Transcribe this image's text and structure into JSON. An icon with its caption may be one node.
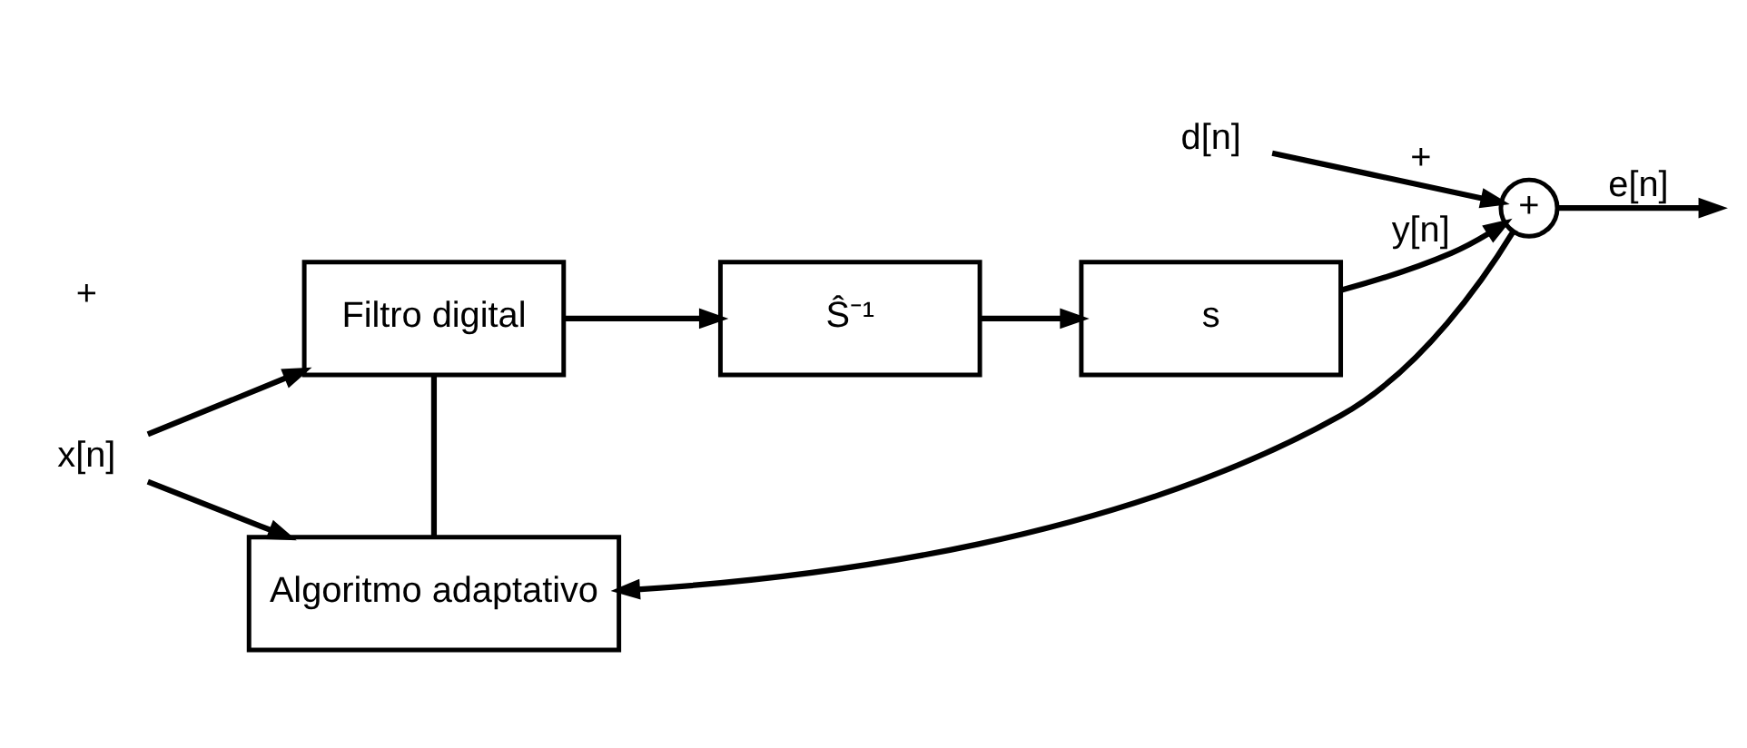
{
  "diagram": {
    "nodes": [
      {
        "text": [
          "d[n]"
        ]
      },
      {
        "text": [
          "x[n]"
        ]
      },
      {
        "text": [
          "Filtro digital"
        ]
      },
      {
        "text": [
          "Ŝ⁻¹"
        ]
      },
      {
        "text": [
          "s"
        ]
      },
      {
        "text": [
          "Algoritmo adaptativo"
        ]
      },
      {
        "text": [
          "+"
        ]
      }
    ],
    "edges": [
      {
        "from": 0,
        "to": 6,
        "arrow": "to",
        "label": "+"
      },
      {
        "from": 1,
        "to": 2,
        "arrow": "to"
      },
      {
        "from": 1,
        "to": 5,
        "arrow": "to"
      },
      {
        "from": 2,
        "to": 3,
        "arrow": "to"
      },
      {
        "from": 3,
        "to": 4,
        "arrow": "to"
      },
      {
        "from": 4,
        "to": 6,
        "arrow": "to",
        "label": "y[n]"
      },
      {
        "from": 6,
        "to": null,
        "arrow": "to",
        "label": "e[n]"
      },
      {
        "from": 6,
        "to": 5,
        "arrow": "to"
      },
      {
        "from": 5,
        "to": 2,
        "arrow": "none"
      }
    ],
    "labels": [
      "+"
    ]
  }
}
